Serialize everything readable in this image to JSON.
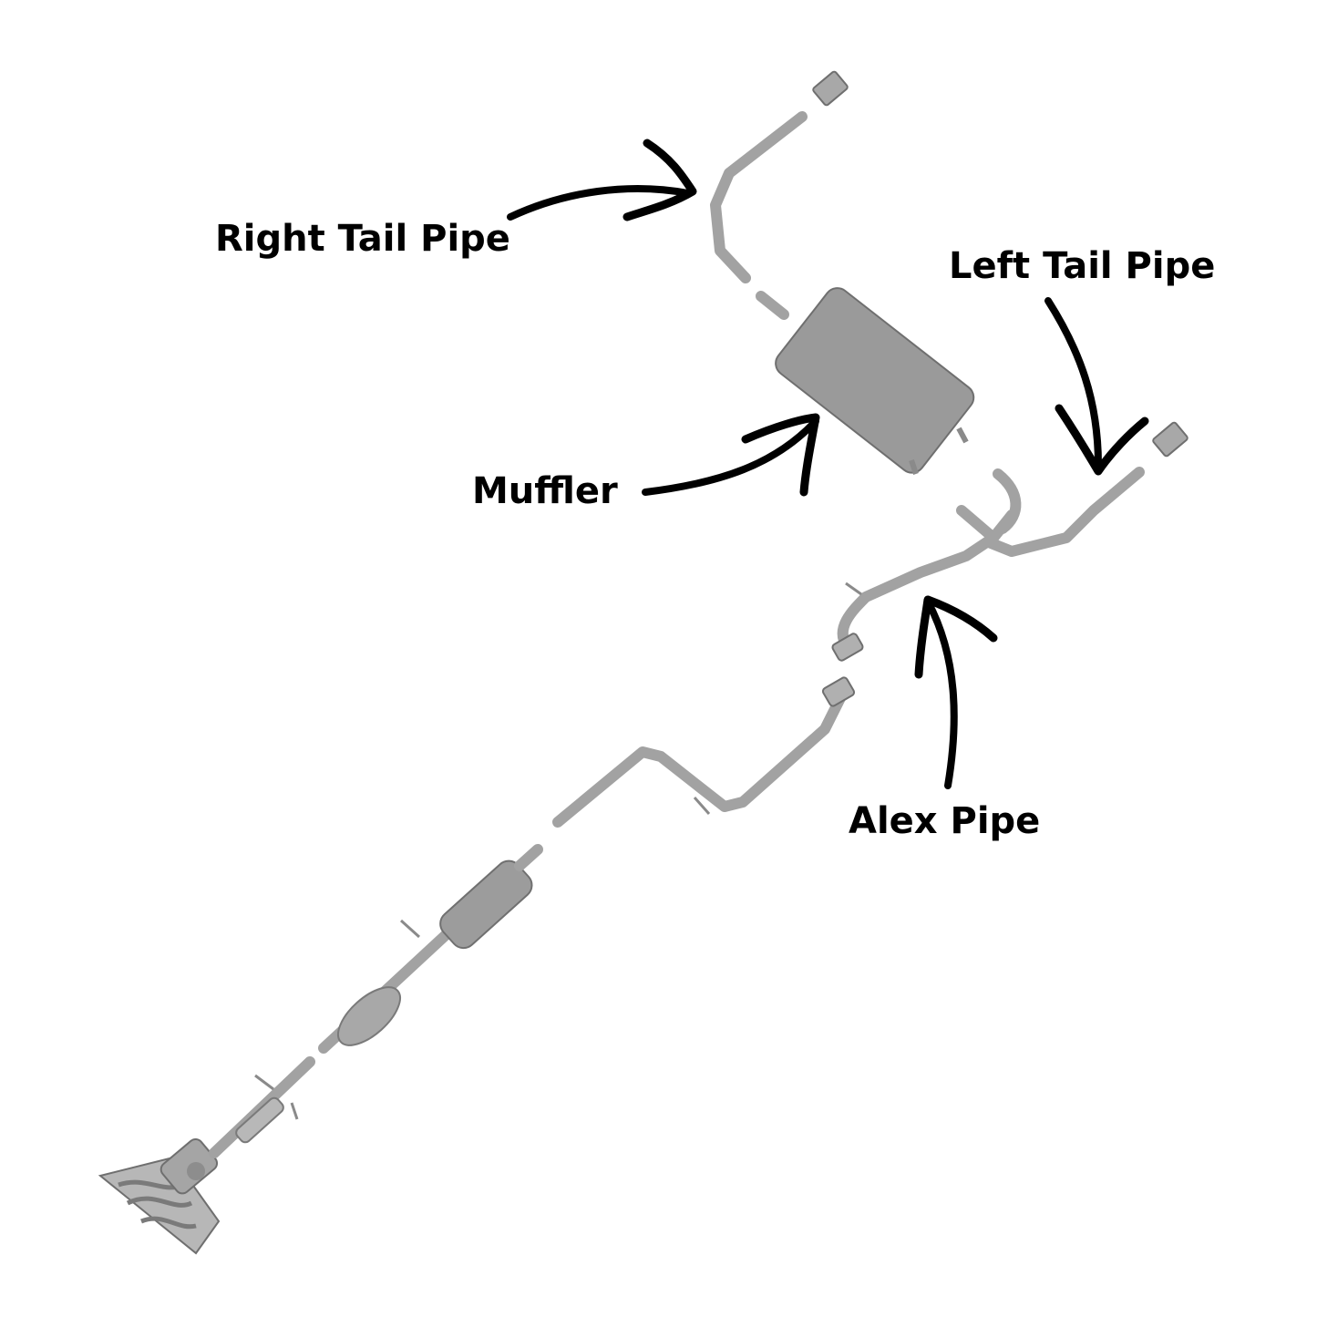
{
  "labels": {
    "right_tail_pipe": "Right Tail Pipe",
    "left_tail_pipe": "Left Tail Pipe",
    "muffler": "Muffler",
    "alex_pipe": "Alex Pipe"
  },
  "colors": {
    "background": "#ffffff",
    "text": "#000000",
    "arrow": "#000000",
    "pipe": "#a2a2a2",
    "pipe_dark": "#8a8a8a",
    "muffler_body": "#9a9a9a"
  }
}
